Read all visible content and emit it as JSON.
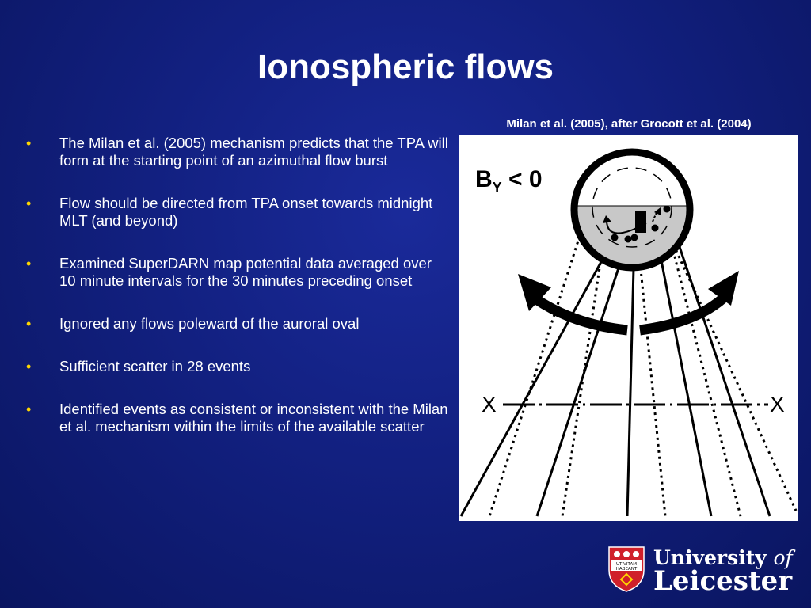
{
  "slide": {
    "title": "Ionospheric flows"
  },
  "bullets": [
    "The Milan et al. (2005) mechanism predicts that the TPA will form at the starting point of an azimuthal flow burst",
    "Flow should be directed from TPA onset towards midnight MLT (and beyond)",
    "Examined SuperDARN map potential data averaged over 10 minute intervals for the 30 minutes preceding onset",
    "Ignored any flows poleward of the auroral oval",
    "Sufficient scatter in 28 events",
    "Identified events as consistent or inconsistent with the Milan et al. mechanism within the limits of the available scatter"
  ],
  "figure": {
    "caption": "Milan et al. (2005), after Grocott et al. (2004)",
    "by_main": "B",
    "by_sub": "Y",
    "by_rest": " < 0",
    "x_left": "X",
    "x_right": "X"
  },
  "logo": {
    "line1_main": "University ",
    "line1_of": "of",
    "line2": "Leicester",
    "motto_line1": "UT VITAM",
    "motto_line2": "HABEANT"
  },
  "colors": {
    "background": "#122080",
    "bullet": "#ffd700",
    "text": "#ffffff",
    "shield_red": "#d0202a"
  }
}
